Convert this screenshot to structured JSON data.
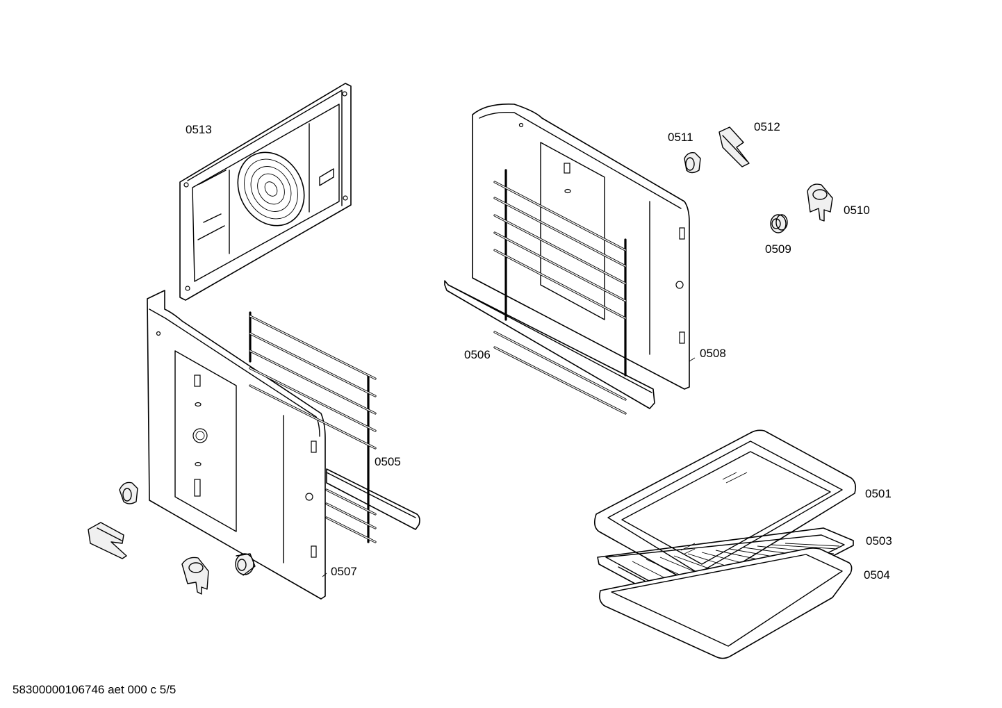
{
  "document": {
    "code": "58300000106746 aet 000 c 5/5"
  },
  "callouts": [
    {
      "id": "0513",
      "label": "0513"
    },
    {
      "id": "0511",
      "label": "0511"
    },
    {
      "id": "0512",
      "label": "0512"
    },
    {
      "id": "0510",
      "label": "0510"
    },
    {
      "id": "0509",
      "label": "0509"
    },
    {
      "id": "0506",
      "label": "0506"
    },
    {
      "id": "0508",
      "label": "0508"
    },
    {
      "id": "0505",
      "label": "0505"
    },
    {
      "id": "0507",
      "label": "0507"
    },
    {
      "id": "0501",
      "label": "0501"
    },
    {
      "id": "0503",
      "label": "0503"
    },
    {
      "id": "0504",
      "label": "0504"
    }
  ]
}
